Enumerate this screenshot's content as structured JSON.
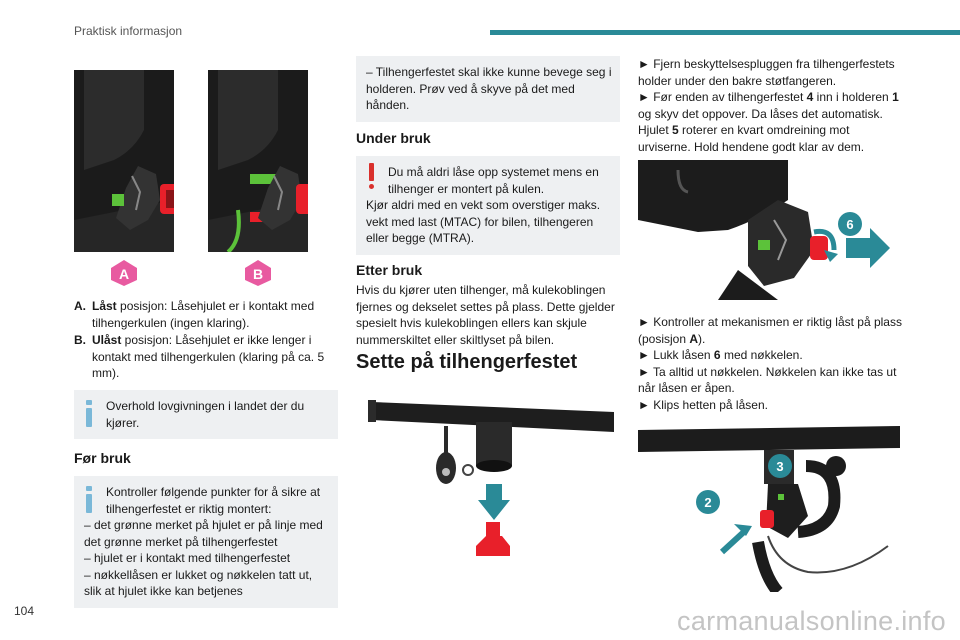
{
  "header": {
    "section_title": "Praktisk informasjon"
  },
  "page_number": "104",
  "watermark": "carmanualsonline.info",
  "figure_ab": {
    "label_a": "A",
    "label_b": "B"
  },
  "positions": [
    {
      "key": "A.",
      "term": "Låst",
      "text": " posisjon: Låsehjulet er i kontakt med tilhengerkulen (ingen klaring)."
    },
    {
      "key": "B.",
      "term": "Ulåst",
      "text": " posisjon: Låsehjulet er ikke lenger i kontakt med tilhengerkulen (klaring på ca. 5 mm)."
    }
  ],
  "note_law": "Overhold lovgivningen i landet der du kjører.",
  "section_before": {
    "title": "Før bruk",
    "intro": "Kontroller følgende punkter for å sikre at tilhengerfestet er riktig montert:",
    "items": [
      "– det grønne merket på hjulet er på linje med det grønne merket på tilhengerfestet",
      "– hjulet er i kontakt med tilhengerfestet",
      "– nøkkellåsen er lukket og nøkkelen tatt ut, slik at hjulet ikke kan betjenes"
    ]
  },
  "note_continue": "– Tilhengerfestet skal ikke kunne bevege seg i holderen. Prøv ved å skyve på det med hånden.",
  "section_during": {
    "title": "Under bruk",
    "warning_first": "Du må aldri låse opp systemet mens en tilhenger er montert på kulen.",
    "warning_rest": "Kjør aldri med en vekt som overstiger maks. vekt med last (MTAC) for bilen, tilhengeren eller begge (MTRA)."
  },
  "section_after": {
    "title": "Etter bruk",
    "text": "Hvis du kjører uten tilhenger, må kulekoblingen fjernes og dekselet settes på plass. Dette gjelder spesielt hvis kulekoblingen ellers kan skjule nummerskiltet eller skiltlyset på bilen."
  },
  "section_fit": {
    "title": "Sette på tilhengerfestet"
  },
  "steps_top": {
    "s1": "► Fjern beskyttelsespluggen fra tilhengerfestets holder under den bakre støtfangeren.",
    "s2_a": "► Før enden av tilhengerfestet ",
    "s2_b": "4",
    "s2_c": " inn i holderen ",
    "s2_d": "1",
    "s2_e": " og skyv det oppover. Da låses det automatisk.",
    "s3_a": "Hjulet ",
    "s3_b": "5",
    "s3_c": " roterer en kvart omdreining mot urviserne. Hold hendene godt klar av dem."
  },
  "figure_wheel": {
    "marker": "6"
  },
  "steps_bottom": {
    "s1_a": "► Kontroller at mekanismen er riktig låst på plass (posisjon ",
    "s1_b": "A",
    "s1_c": ").",
    "s2_a": "► Lukk låsen ",
    "s2_b": "6",
    "s2_c": " med nøkkelen.",
    "s3": "► Ta alltid ut nøkkelen. Nøkkelen kan ikke tas ut når låsen er åpen.",
    "s4": "► Klips hetten på låsen."
  },
  "figure_ball": {
    "marker_2": "2",
    "marker_3": "3"
  },
  "colors": {
    "teal": "#2a8a97",
    "warning_red": "#d9302c",
    "info_blue": "#7ab8d8",
    "box_bg": "#eef0f2",
    "lock_red": "#e8202a",
    "mark_green": "#5cc23a"
  }
}
